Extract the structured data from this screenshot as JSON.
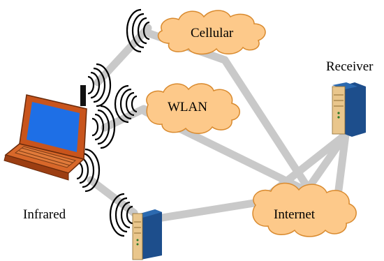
{
  "labels": {
    "cellular": "Cellular",
    "wlan": "WLAN",
    "internet": "Internet",
    "infrared": "Infrared",
    "receiver": "Receiver"
  },
  "colors": {
    "cloud_fill": "#FDC98A",
    "cloud_stroke": "#D98A2E",
    "link": "#C9C9C9",
    "laptop_body": "#C8541C",
    "laptop_screen": "#1E6FE6",
    "tower_front": "#E9C68C",
    "tower_side": "#1D4E8C"
  },
  "icons": [
    "laptop-icon",
    "tower-icon",
    "cloud-icon",
    "wireless-wave-icon"
  ]
}
